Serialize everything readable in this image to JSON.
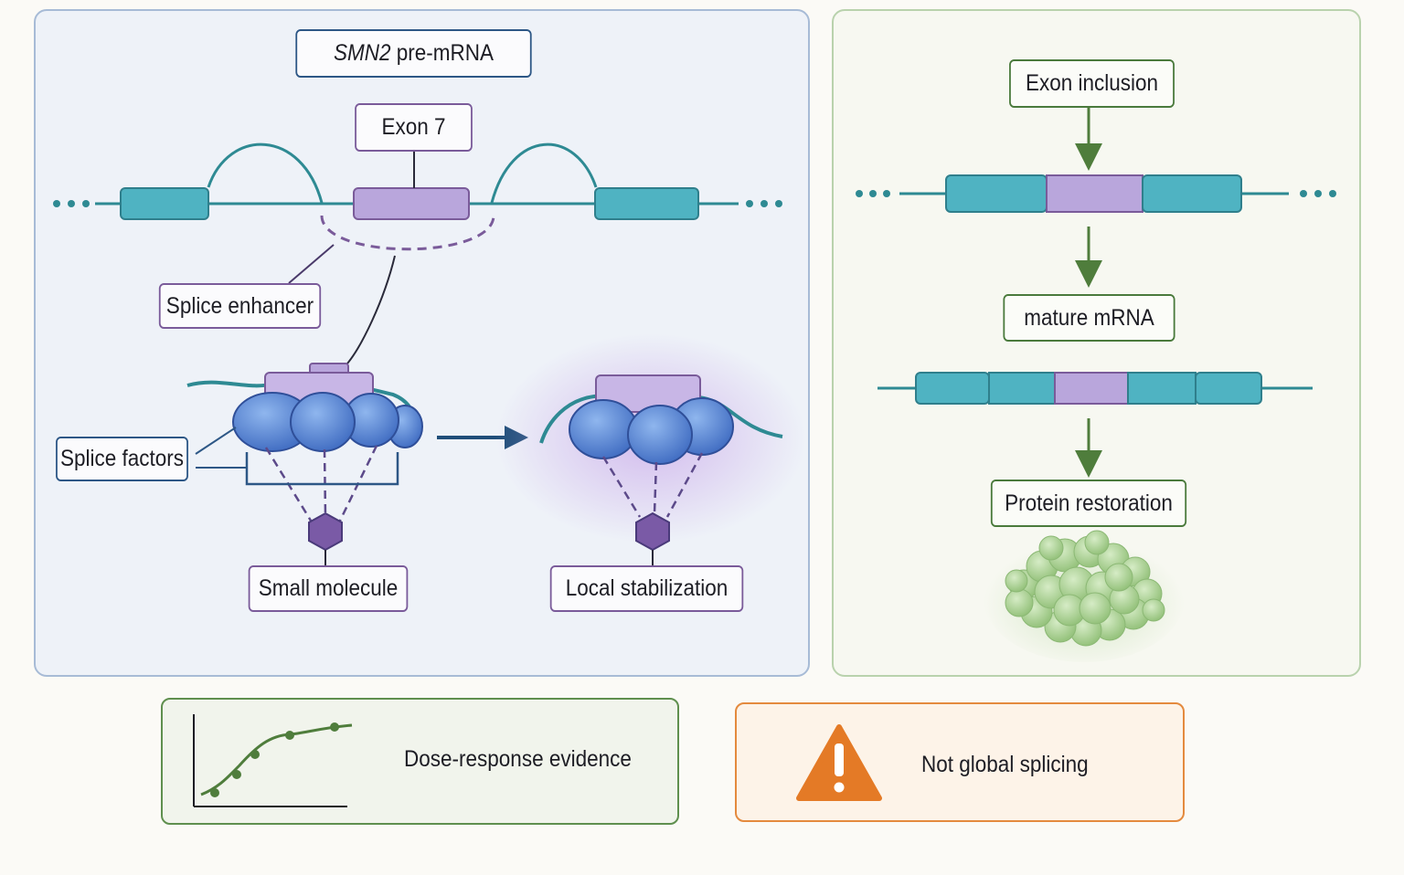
{
  "left_panel": {
    "title_gene": "SMN2",
    "title_rest": " pre-mRNA",
    "exon_label": "Exon 7",
    "enhancer_label": "Splice enhancer",
    "factors_label": "Splice factors",
    "molecule_label": "Small molecule",
    "stabilization_label": "Local stabilization"
  },
  "right_panel": {
    "inclusion_label": "Exon inclusion",
    "mature_label": "mature mRNA",
    "protein_label": "Protein restoration"
  },
  "bottom": {
    "dose_label": "Dose-response evidence",
    "warning_label": "Not global splicing"
  },
  "colors": {
    "exon_teal": "#4fb3c2",
    "exon7_purple": "#b9a6dc",
    "factor_blue": "#5c86d2",
    "molecule_purple": "#7a5aa6",
    "arrow_green": "#4f7d3c",
    "warning_orange": "#e47a26"
  },
  "icons": [
    "dose-response-chart-icon",
    "warning-triangle-icon",
    "protein-blob-icon",
    "small-molecule-hexagon-icon"
  ]
}
